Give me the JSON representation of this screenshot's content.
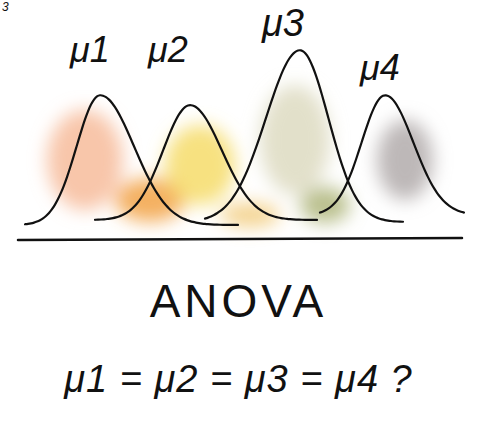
{
  "diagram": {
    "title": "ANOVA",
    "caption": "μ1 = μ2 = μ3 = μ4 ?",
    "labels": [
      "3",
      "μ1",
      "μ2",
      "μ3",
      "μ4"
    ]
  }
}
